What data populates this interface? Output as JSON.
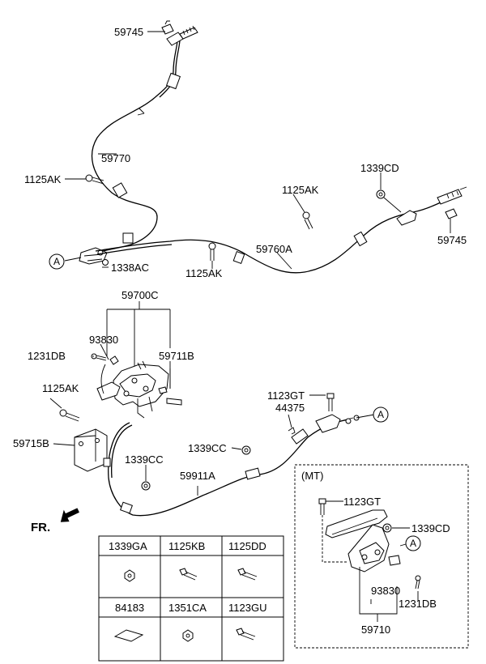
{
  "labels": {
    "l59745_top": "59745",
    "l59770": "59770",
    "l1125AK_left": "1125AK",
    "circle_a": "A",
    "l1338AC": "1338AC",
    "l1125AK_mid": "1125AK",
    "l1125AK_right": "1125AK",
    "l1339CD_top": "1339CD",
    "l59745_right": "59745",
    "l59760A": "59760A",
    "l59700C": "59700C",
    "l93830_top": "93830",
    "l1231DB_top": "1231DB",
    "l59711B": "59711B",
    "l1125AK_lower": "1125AK",
    "l59715B": "59715B",
    "l1123GT": "1123GT",
    "l44375": "44375",
    "l1339CC_right": "1339CC",
    "l1339CC_left": "1339CC",
    "l59911A": "59911A",
    "fr": "FR."
  },
  "mt_box": {
    "title": "(MT)",
    "l1123GT": "1123GT",
    "l1339CD": "1339CD",
    "l93830": "93830",
    "l1231DB": "1231DB",
    "l59710": "59710"
  },
  "parts_table": {
    "row1": [
      "1339GA",
      "1125KB",
      "1125DD"
    ],
    "row2": [
      "84183",
      "1351CA",
      "1123GU"
    ]
  }
}
